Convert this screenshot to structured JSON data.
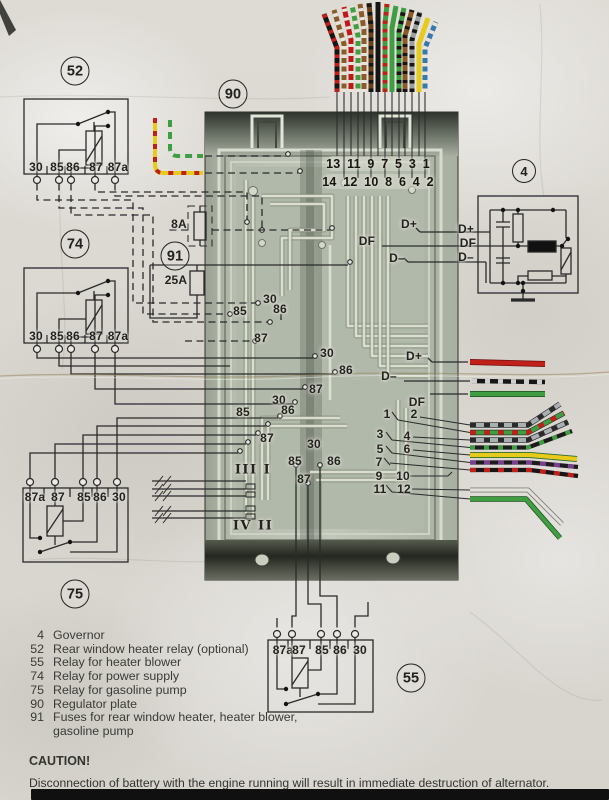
{
  "colors": {
    "ink": "#2a2a2a",
    "fan": [
      {
        "base": "#151515",
        "band": "#c02018"
      },
      {
        "base": "#8a5a28",
        "band": "#e8e4da"
      },
      {
        "base": "#c01818",
        "band": "#e8e4da"
      },
      {
        "base": "#3f9d42",
        "band": "#e8e4da"
      },
      {
        "base": "#8a5a28",
        "band": "#e8e4da"
      },
      {
        "base": "#6a4018",
        "band": "#151515"
      },
      {
        "base": "#151515",
        "band": ""
      },
      {
        "base": "#3f9d42",
        "band": "#c02018"
      },
      {
        "base": "#3f9d42",
        "band": ""
      },
      {
        "base": "#3f9d42",
        "band": "#151515"
      },
      {
        "base": "#8a5a28",
        "band": "#151515"
      },
      {
        "base": "#9aa0a0",
        "band": "#151515"
      },
      {
        "base": "#e6cb1c",
        "band": ""
      },
      {
        "base": "#3878b0",
        "band": "#e8e4da"
      }
    ],
    "outputs": [
      {
        "base": "#a9b0b2",
        "band": "#2a2a2a"
      },
      {
        "base": "#3f9d42",
        "band": "#c02018"
      },
      {
        "base": "#a9b0b2",
        "band": "#2a2a2a"
      },
      {
        "base": "#1c1c1c",
        "band": "#3f9d42"
      },
      {
        "base": "#e6cb1c",
        "band": ""
      },
      {
        "base": "#1c1c1c",
        "band": "#7a3f8f"
      },
      {
        "base": "#161616",
        "band": "#c02018"
      }
    ],
    "lower": [
      {
        "base": "#e3e1da",
        "band": ""
      },
      {
        "base": "#3f9d42",
        "band": ""
      }
    ],
    "alt_wires": {
      "dplus": "#c02018",
      "dminus": "#161616",
      "dminus_band": "#cfcfcf",
      "df": "#3f9d42"
    },
    "left_dash": {
      "yellow": "#e6cb1c",
      "red": "#c02018",
      "green": "#3f9d42"
    }
  },
  "callouts": {
    "relay52": "52",
    "regulator": "90",
    "relay74": "74",
    "fuses": "91",
    "governor": "4",
    "relay75": "75",
    "relay55": "55"
  },
  "relay52": {
    "terminals": [
      "30",
      "85",
      "86",
      "87",
      "87a"
    ]
  },
  "relay74": {
    "terminals": [
      "30",
      "85",
      "86",
      "87",
      "87a"
    ]
  },
  "relay75": {
    "terminals": [
      "87a",
      "87",
      "85",
      "86",
      "30"
    ]
  },
  "relay55": {
    "terminals": [
      "87a",
      "87",
      "85",
      "86",
      "30"
    ]
  },
  "fuses": {
    "f8": "8A",
    "f25": "25A"
  },
  "plate": {
    "pins_odd": "13 11 9 7 5 3 1",
    "pins_even": "14 12 10 8 6 4 2",
    "labels": [
      "30",
      "85",
      "86",
      "87",
      "30",
      "86",
      "87",
      "30",
      "85",
      "86",
      "87",
      "30",
      "85",
      "86",
      "87",
      "III I",
      "IV II"
    ]
  },
  "alt": {
    "panel": {
      "dplus": "D+",
      "df": "DF",
      "dminus": "D–"
    },
    "governor": {
      "dplus": "D+",
      "df": "DF",
      "dminus": "D–"
    },
    "out": {
      "dplus": "D+",
      "dminus": "D–",
      "df": "DF"
    }
  },
  "outputs": {
    "n1": "1",
    "n2": "2",
    "n3": "3",
    "n4": "4",
    "n5": "5",
    "n6": "6",
    "n7": "7",
    "n9": "9",
    "n10": "10",
    "n11": "11",
    "n12": "12"
  },
  "legend": {
    "items": [
      {
        "num": "4",
        "label": "Governor"
      },
      {
        "num": "52",
        "label": "Rear window heater relay (optional)"
      },
      {
        "num": "55",
        "label": "Relay for heater blower"
      },
      {
        "num": "74",
        "label": "Relay for power supply"
      },
      {
        "num": "75",
        "label": "Relay for gasoline pump"
      },
      {
        "num": "90",
        "label": "Regulator plate"
      },
      {
        "num": "91",
        "label": "Fuses for rear window heater, heater blower, gasoline pump"
      }
    ]
  },
  "caution": {
    "title": "CAUTION!",
    "text": "Disconnection of battery with the engine running will result in immediate destruction of alternator."
  }
}
